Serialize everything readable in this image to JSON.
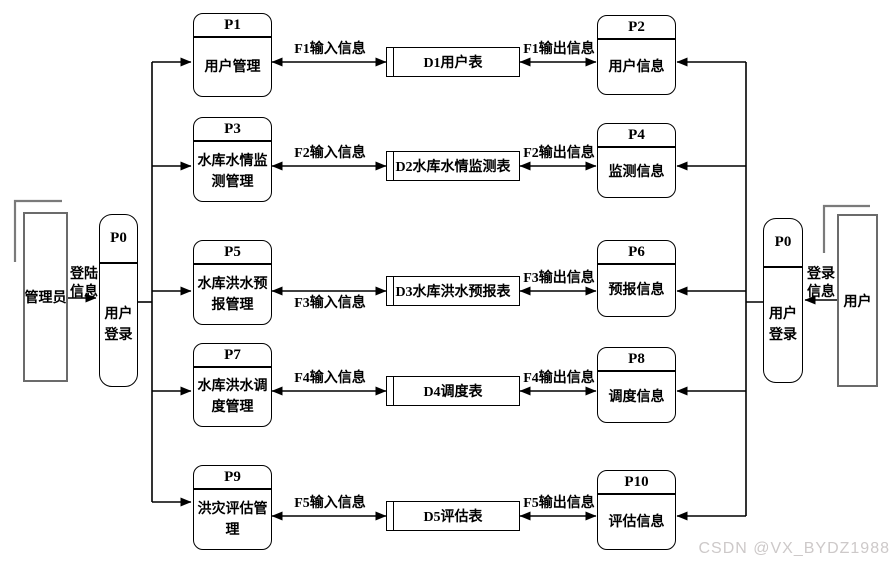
{
  "watermark": "CSDN @VX_BYDZ1988",
  "colors": {
    "line": "#000000",
    "entity_border": "#6b6b6b",
    "watermark_text": "#cdc9c9",
    "background": "#ffffff"
  },
  "entities": {
    "admin": {
      "label": "管理员"
    },
    "user": {
      "label": "用户"
    }
  },
  "login": {
    "left": {
      "id": "P0",
      "name": "用户登录",
      "flow_label": "登陆信息"
    },
    "right": {
      "id": "P0",
      "name": "用户登录",
      "flow_label": "登录信息"
    }
  },
  "rows": [
    {
      "left_process": {
        "id": "P1",
        "name": "用户管理"
      },
      "store": {
        "name": "D1用户表"
      },
      "right_process": {
        "id": "P2",
        "name": "用户信息"
      },
      "input_label": "F1输入信息",
      "output_label": "F1输出信息"
    },
    {
      "left_process": {
        "id": "P3",
        "name": "水库水情监测管理"
      },
      "store": {
        "name": "D2水库水情监测表"
      },
      "right_process": {
        "id": "P4",
        "name": "监测信息"
      },
      "input_label": "F2输入信息",
      "output_label": "F2输出信息"
    },
    {
      "left_process": {
        "id": "P5",
        "name": "水库洪水预报管理"
      },
      "store": {
        "name": "D3水库洪水预报表"
      },
      "right_process": {
        "id": "P6",
        "name": "预报信息"
      },
      "input_label": "F3输入信息",
      "output_label": "F3输出信息"
    },
    {
      "left_process": {
        "id": "P7",
        "name": "水库洪水调度管理"
      },
      "store": {
        "name": "D4调度表"
      },
      "right_process": {
        "id": "P8",
        "name": "调度信息"
      },
      "input_label": "F4输入信息",
      "output_label": "F4输出信息"
    },
    {
      "left_process": {
        "id": "P9",
        "name": "洪灾评估管理"
      },
      "store": {
        "name": "D5评估表"
      },
      "right_process": {
        "id": "P10",
        "name": "评估信息"
      },
      "input_label": "F5输入信息",
      "output_label": "F5输出信息"
    }
  ]
}
